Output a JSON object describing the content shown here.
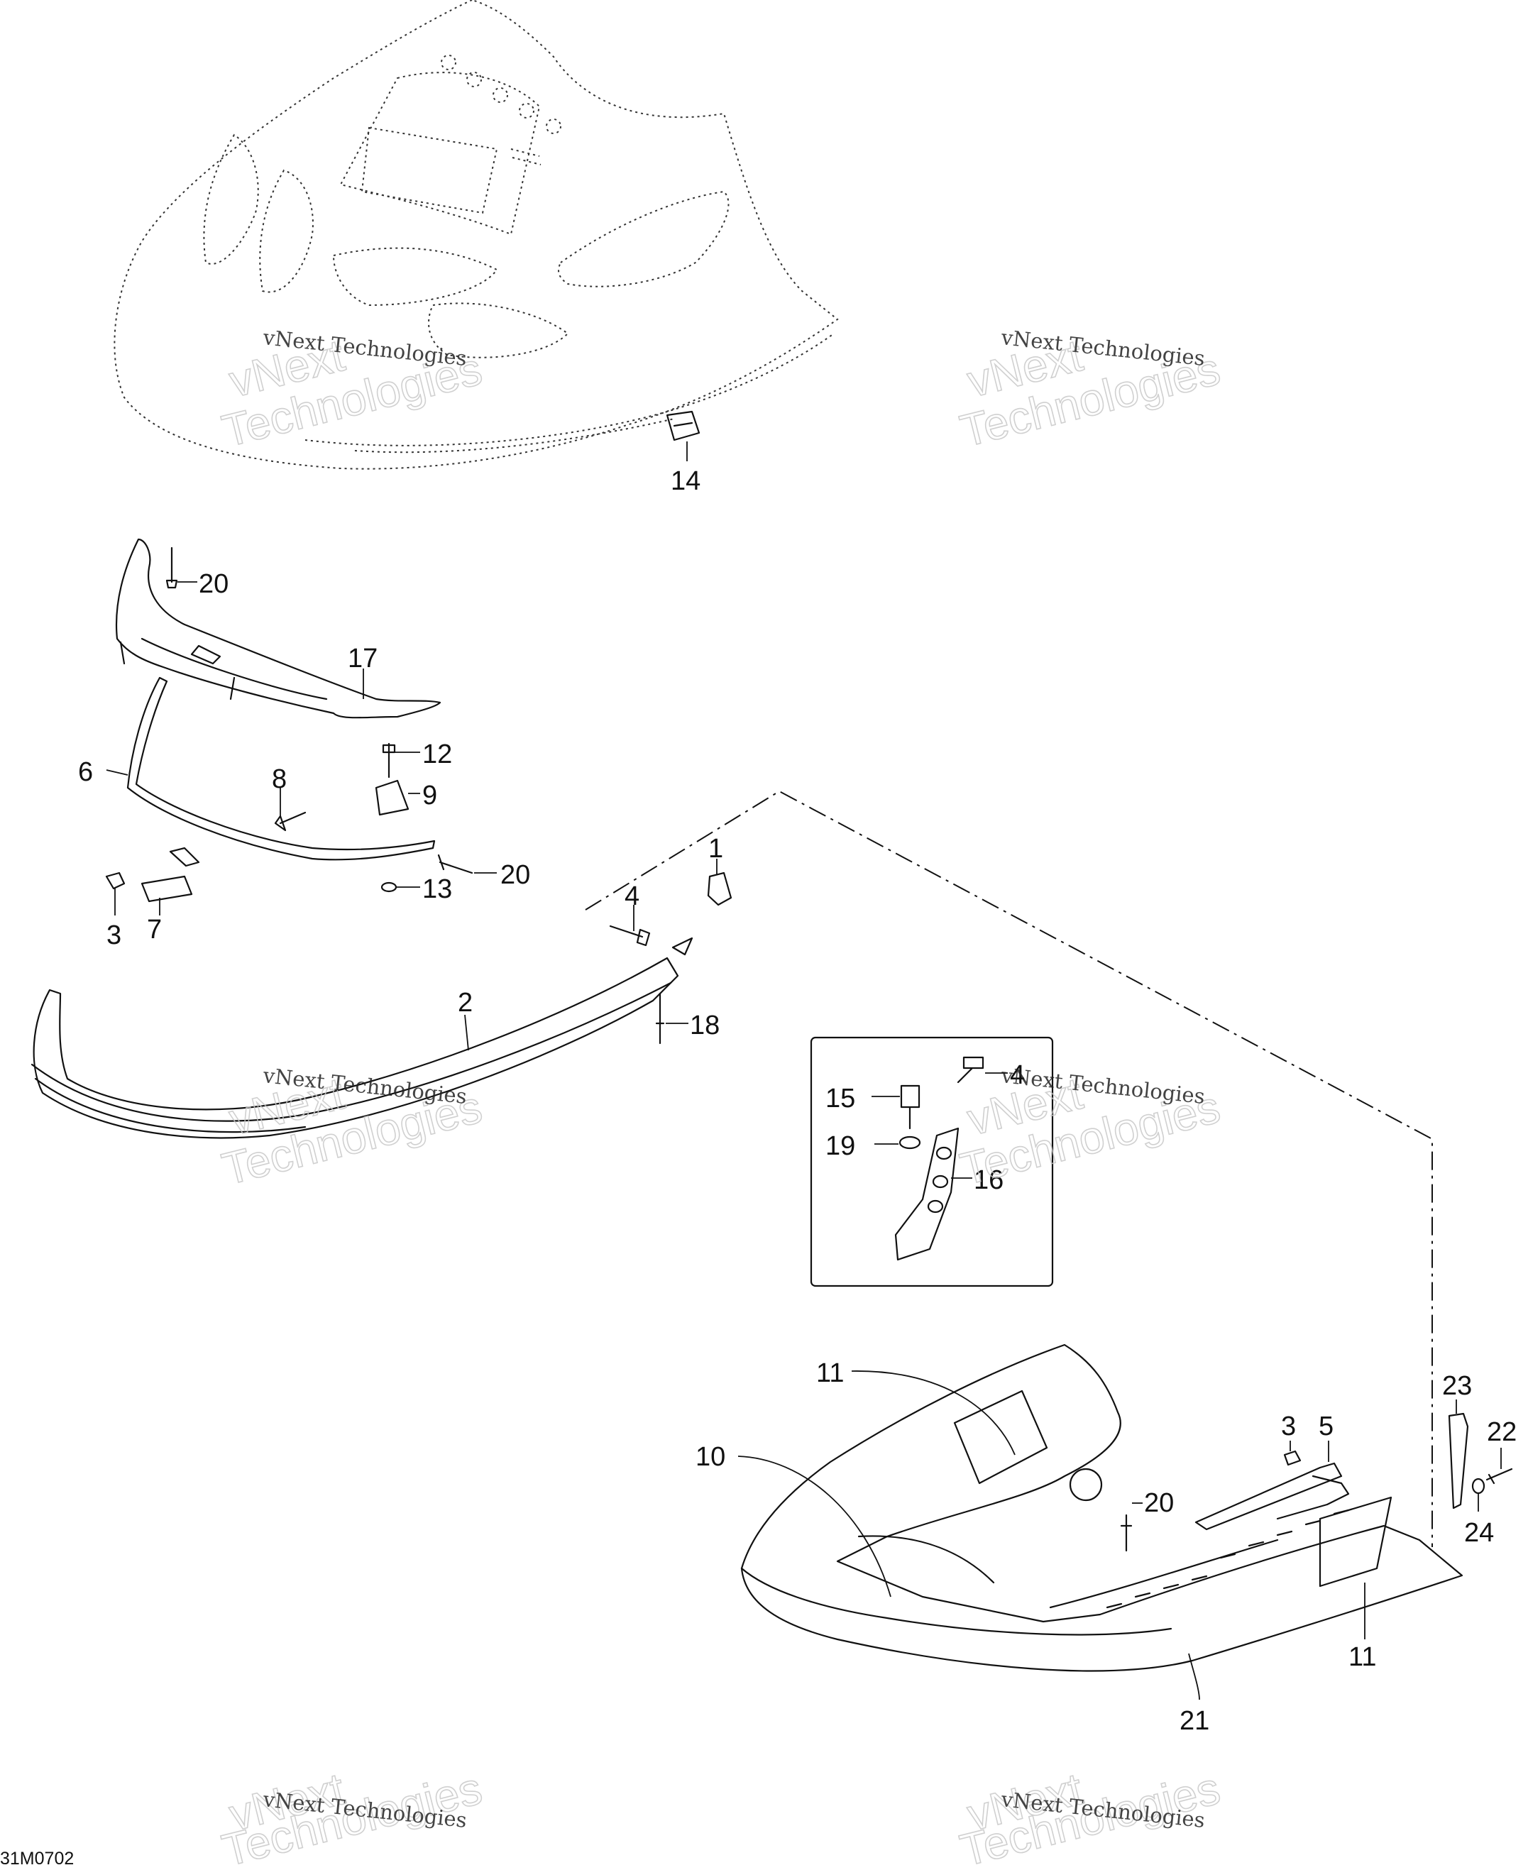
{
  "figure_code": "31M0702",
  "watermark": {
    "small": "vNext Technologies",
    "big": "vNext\nTechnologies"
  },
  "callouts": [
    "1",
    "2",
    "3",
    "4",
    "5",
    "6",
    "7",
    "8",
    "9",
    "10",
    "11",
    "12",
    "13",
    "14",
    "15",
    "16",
    "17",
    "18",
    "19",
    "20",
    "21",
    "22",
    "23",
    "24"
  ]
}
